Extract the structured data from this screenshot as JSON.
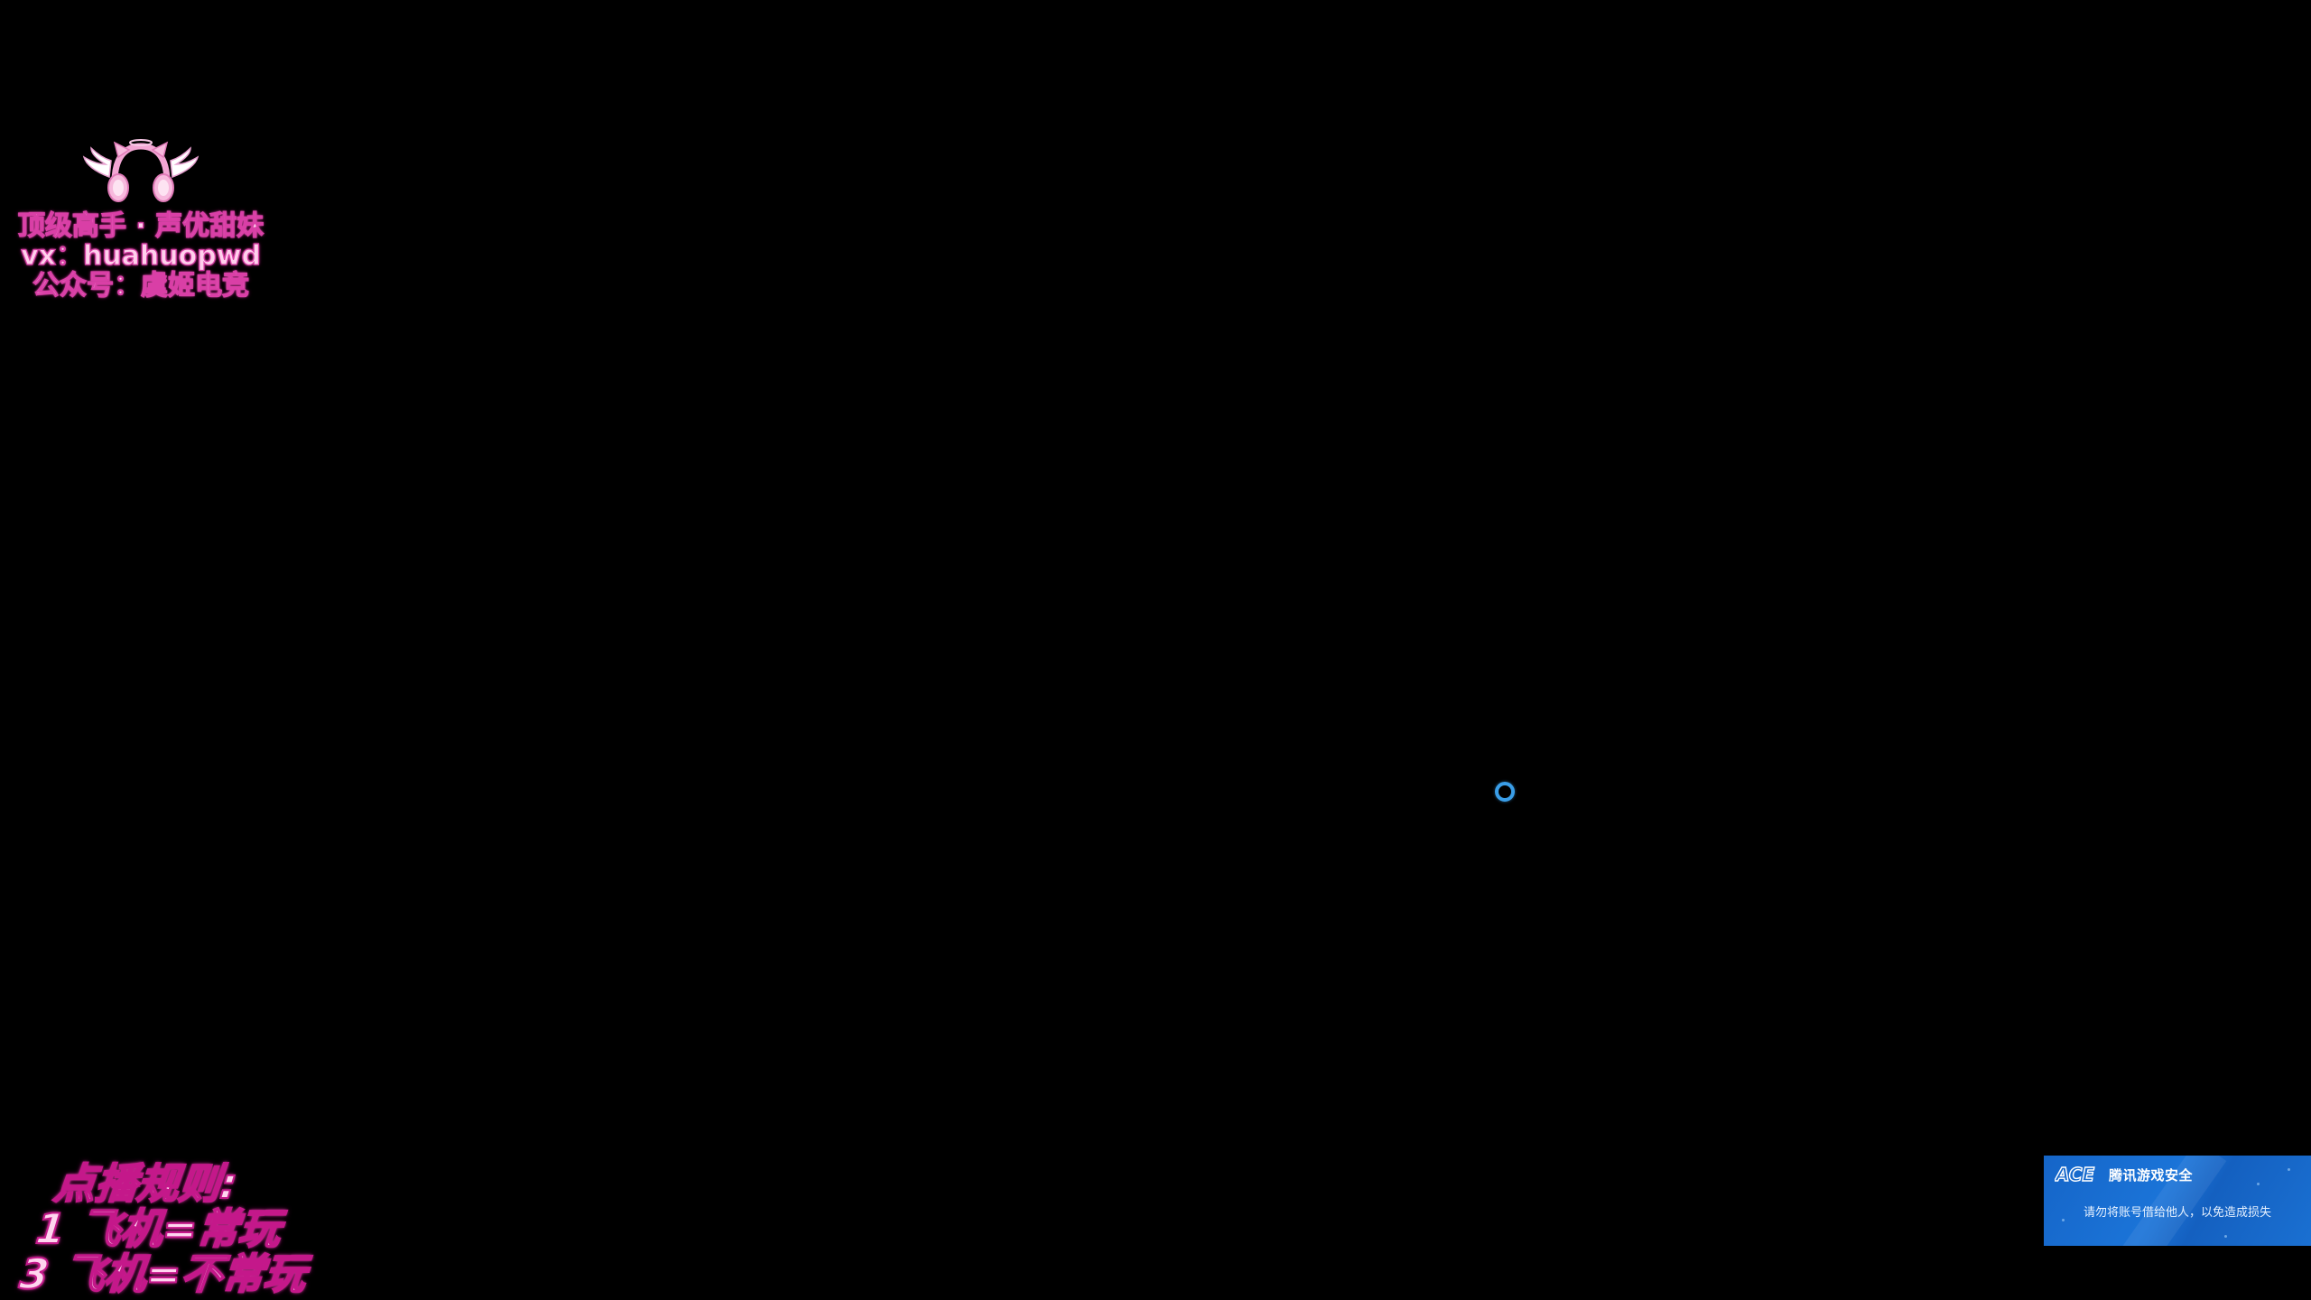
{
  "streamer_overlay": {
    "logo_icon": "winged-headphones-logo-icon",
    "lines": [
      "顶级高手 · 声优甜妹",
      "vx：huahuopwd",
      "公众号：虞姬电竞"
    ]
  },
  "rules_overlay": {
    "lines": [
      "点播规则:",
      "1 飞机=常玩",
      "3 飞机=不常玩"
    ]
  },
  "loading": {
    "icon": "loading-spinner-icon",
    "color": "#3a9ee8"
  },
  "ace_notification": {
    "logo_text": "ACE",
    "title": "腾讯游戏安全",
    "message": "请勿将账号借给他人，以免造成损失",
    "background": "#1565c8"
  }
}
